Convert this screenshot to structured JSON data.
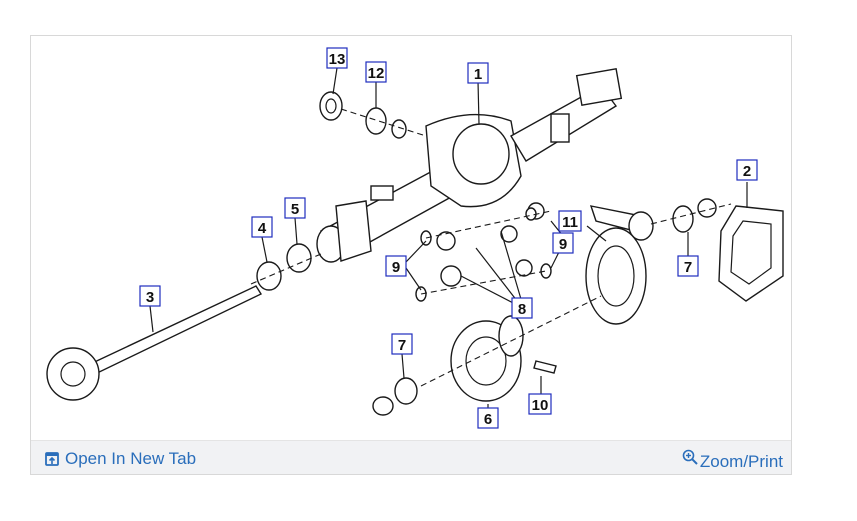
{
  "diagram": {
    "callouts": [
      {
        "id": "c13",
        "label": "13"
      },
      {
        "id": "c12",
        "label": "12"
      },
      {
        "id": "c1",
        "label": "1"
      },
      {
        "id": "c2",
        "label": "2"
      },
      {
        "id": "c11",
        "label": "11"
      },
      {
        "id": "c7a",
        "label": "7"
      },
      {
        "id": "c9a",
        "label": "9"
      },
      {
        "id": "c9b",
        "label": "9"
      },
      {
        "id": "c8",
        "label": "8"
      },
      {
        "id": "c4",
        "label": "4"
      },
      {
        "id": "c5",
        "label": "5"
      },
      {
        "id": "c3",
        "label": "3"
      },
      {
        "id": "c7b",
        "label": "7"
      },
      {
        "id": "c6",
        "label": "6"
      },
      {
        "id": "c10",
        "label": "10"
      }
    ]
  },
  "footer": {
    "open_in_new_tab": "Open In New Tab",
    "zoom_print": "Zoom/Print"
  },
  "colors": {
    "link": "#2a6ebb",
    "callout_border": "#1f2dbf",
    "footer_bg": "#f1f2f4"
  },
  "icons": {
    "open_tab": "open-new-tab-icon",
    "zoom": "zoom-magnifier-icon"
  }
}
